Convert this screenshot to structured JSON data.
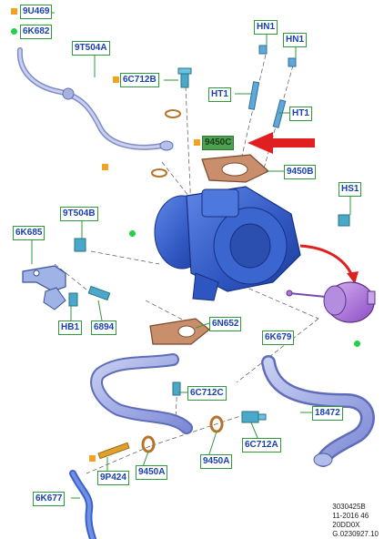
{
  "colors": {
    "label_border": "#2e9a3a",
    "label_text": "#1a3fb0",
    "highlight_fill": "#4f9f52",
    "callout_arrow": "#e02020",
    "square_marker": "#f4a321",
    "dot_marker": "#22d144",
    "turbo_body": "#3a63c8",
    "actuator": "#a36ad6",
    "gasket": "#b86b45",
    "pipe": "#9aa6df"
  },
  "labels": {
    "p9u469": "9U469",
    "p6k682": "6K682",
    "p9t504a": "9T504A",
    "p6c712b": "6C712B",
    "hn1_left": "HN1",
    "hn1_right": "HN1",
    "ht1_left": "HT1",
    "ht1_right": "HT1",
    "p9450c": "9450C",
    "p9450b": "9450B",
    "hs1": "HS1",
    "p9t504b": "9T504B",
    "p6k685": "6K685",
    "p6n652": "6N652",
    "p6k679": "6K679",
    "hb1": "HB1",
    "p6894": "6894",
    "p6c712c": "6C712C",
    "p18472": "18472",
    "p6c712a": "6C712A",
    "p9450a_left": "9450A",
    "p9450a_right": "9450A",
    "p9p424": "9P424",
    "p6k677": "6K677"
  },
  "footer": {
    "line1": "3030425B",
    "line2": "11-2016 46",
    "line3": "20DD0X",
    "line4": "G.0230927.10"
  },
  "icons": [
    "square-marker",
    "dot-marker",
    "callout-arrow",
    "leader-line"
  ]
}
